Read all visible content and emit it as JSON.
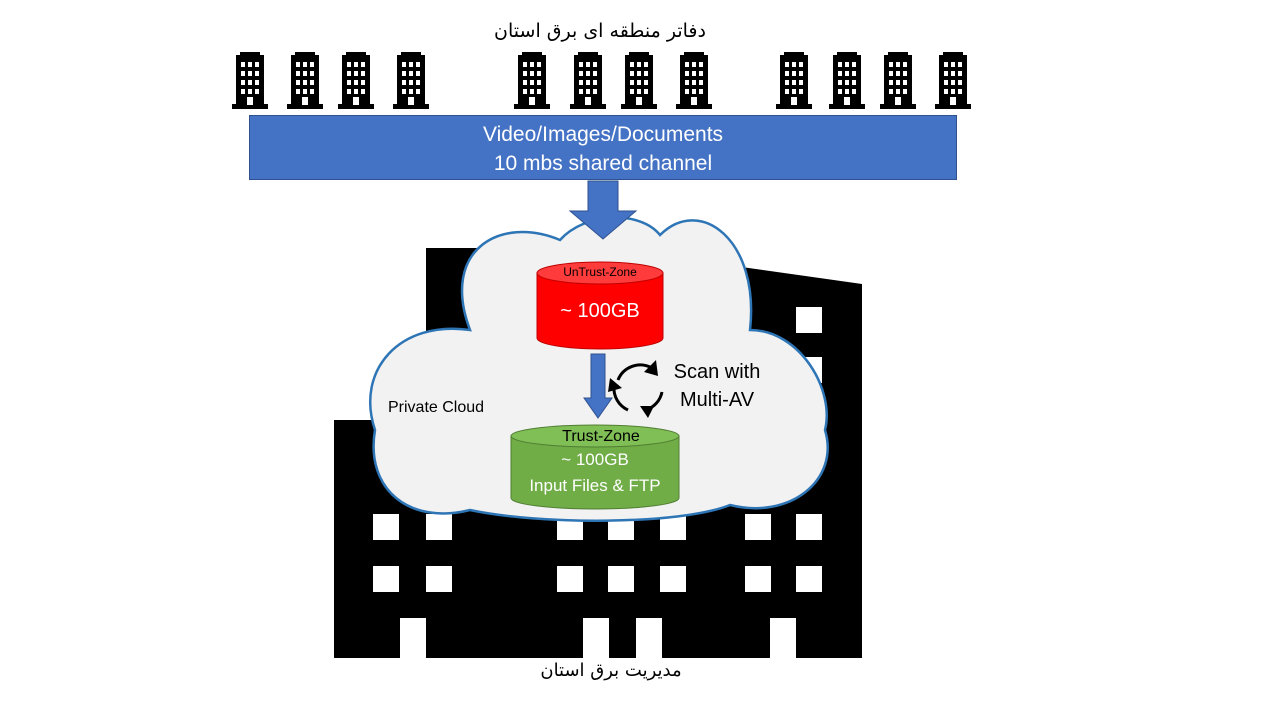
{
  "header": {
    "title": "دفاتر منطقه ای برق استان"
  },
  "channel": {
    "line1": "Video/Images/Documents",
    "line2": "10 mbs shared channel"
  },
  "cloud": {
    "label": "Private Cloud"
  },
  "untrust_zone": {
    "title": "UnTrust-Zone",
    "size": "~ 100GB",
    "color": "#ff0000"
  },
  "trust_zone": {
    "title": "Trust-Zone",
    "size": "~ 100GB",
    "detail": "Input Files & FTP",
    "color": "#70ad47"
  },
  "scan": {
    "line1": "Scan with",
    "line2": "Multi-AV"
  },
  "footer": {
    "title": "مدیریت برق استان"
  },
  "colors": {
    "accent_blue": "#4472c4",
    "cloud_fill": "#f2f2f2",
    "cloud_stroke": "#2e75b6"
  }
}
